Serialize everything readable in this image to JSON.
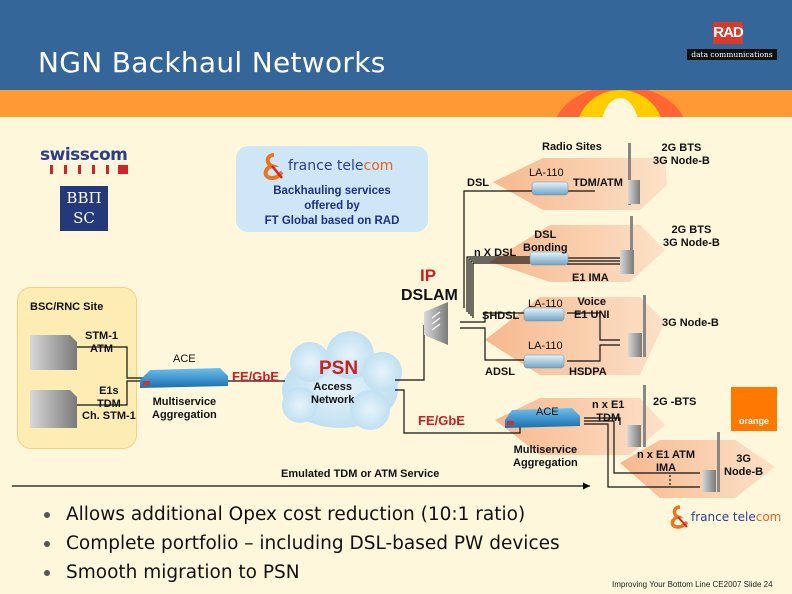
{
  "header": {
    "title": "NGN Backhaul Networks",
    "logo_text": "RAD",
    "logo_subtext": "data communications",
    "colors": {
      "header_bg": "#356699",
      "band": "#ff9933",
      "logo_red": "#d63a2a"
    }
  },
  "logos": {
    "swisscom": "swisscom",
    "vvmsc_top": "ВВП",
    "vvmsc_bottom": "SC",
    "france_telecom_prefix": "france tele",
    "france_telecom_suffix": "com",
    "orange": "orange"
  },
  "callout": {
    "lines": [
      "Backhauling services",
      "offered by",
      "FT Global based on RAD"
    ]
  },
  "diagram": {
    "radio_sites": "Radio  Sites",
    "bsc_site": "BSC/RNC Site",
    "stm1_atm": [
      "STM-1",
      "ATM"
    ],
    "e1s_tdm": [
      "E1s",
      "TDM",
      "Ch. STM-1"
    ],
    "ace_left": "ACE",
    "ace_left_caption": [
      "Multiservice",
      "Aggregation"
    ],
    "fe_gbe_left": "FE/GbE",
    "psn": "PSN",
    "psn_caption": [
      "Access",
      "Network"
    ],
    "ip_dslam": [
      "IP",
      "DSLAM"
    ],
    "dsl": "DSL",
    "la110_1": "LA-110",
    "tdm_atm": "TDM/ATM",
    "bts1": [
      "2G BTS",
      "3G Node-B"
    ],
    "n_x_dsl": "n X DSL",
    "dsl_bonding": [
      "DSL",
      "Bonding"
    ],
    "e1_ima": "E1 IMA",
    "bts2": [
      "2G BTS",
      "3G Node-B"
    ],
    "shdsl": "SHDSL",
    "la110_2": "LA-110",
    "voice_e1_uni": [
      "Voice",
      "E1 UNI"
    ],
    "node_b3": "3G Node-B",
    "la110_3": "LA-110",
    "adsl": "ADSL",
    "hsdpa": "HSDPA",
    "fe_gbe_right": "FE/GbE",
    "ace_right": "ACE",
    "ace_right_caption": [
      "Multiservice",
      "Aggregation"
    ],
    "n_x_e1_tdm": [
      "n x E1",
      "TDM"
    ],
    "bts_2g": "2G -BTS",
    "n_x_e1_atm_ima": [
      "n x E1 ATM",
      "IMA"
    ],
    "node_b4": [
      "3G",
      "Node-B"
    ],
    "emulated": "Emulated TDM or ATM Service"
  },
  "bullets": [
    "Allows additional Opex cost reduction (10:1 ratio)",
    "Complete portfolio – including DSL-based PW devices",
    "Smooth migration to PSN"
  ],
  "footer": "Improving Your Bottom Line CE2007  Slide 24"
}
